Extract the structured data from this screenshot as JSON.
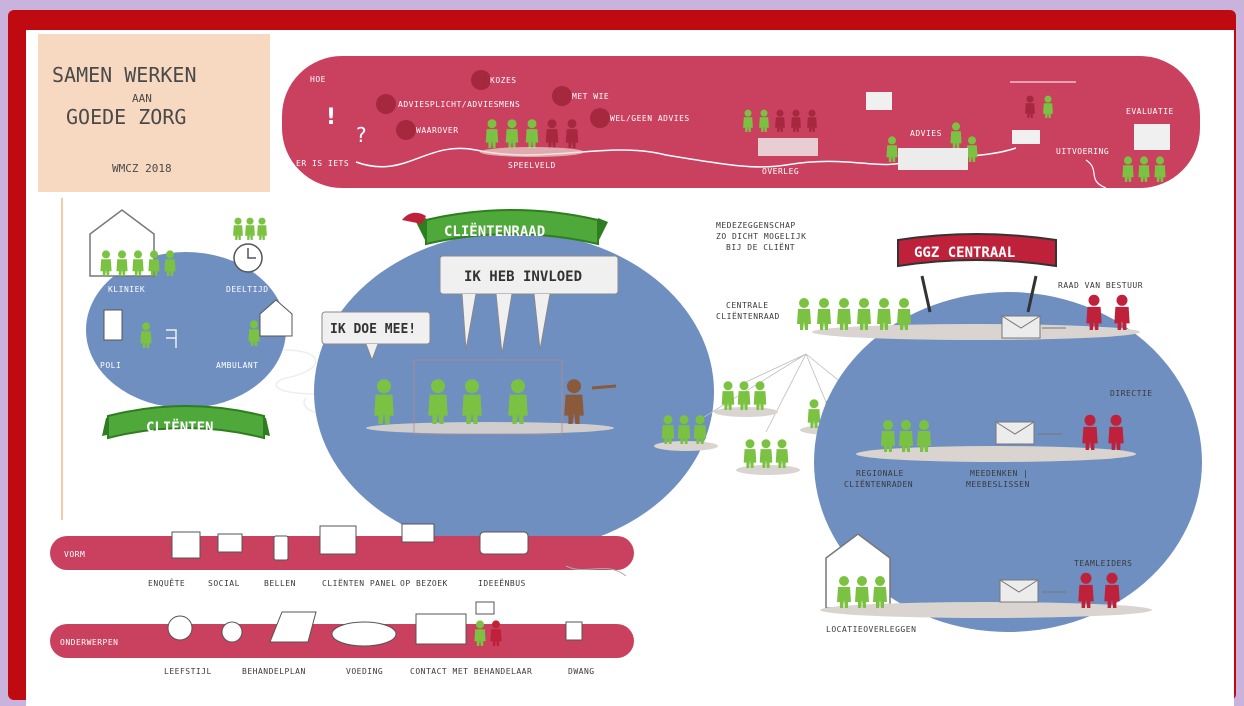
{
  "title": {
    "line1": "SAMEN WERKEN",
    "line2": "AAN",
    "line3": "GOEDE ZORG",
    "subtitle": "WMCZ 2018"
  },
  "hoe": {
    "label": "HOE",
    "start": "ER IS IETS",
    "tags": [
      "ADVIESPLICHT/ADVIESMENS",
      "WAAROVER",
      "KOZES",
      "MET WIE",
      "WEL/GEEN ADVIES"
    ],
    "steps": [
      "SPEELVELD",
      "OVERLEG",
      "ADVIES",
      "UITVOERING",
      "EVALUATIE"
    ]
  },
  "clienten": {
    "banner": "CLIËNTEN",
    "places": [
      "KLINIEK",
      "DEELTIJD",
      "POLI",
      "AMBULANT"
    ]
  },
  "clientenraad": {
    "banner": "CLIËNTENRAAD",
    "bubble_small": "IK DOE MEE!",
    "bubble_large": "IK HEB INVLOED"
  },
  "note": {
    "line1": "MEDEZEGGENSCHAP",
    "line2": "ZO DICHT MOGELIJK",
    "line3": "BIJ DE CLIËNT"
  },
  "ggz": {
    "banner": "GGZ CENTRAAL",
    "centrale_line1": "CENTRALE",
    "centrale_line2": "CLIËNTENRAAD",
    "raad": "RAAD VAN BESTUUR",
    "directie": "DIRECTIE",
    "regionale_line1": "REGIONALE",
    "regionale_line2": "CLIËNTENRADEN",
    "meedenken_line1": "MEEDENKEN |",
    "meedenken_line2": "MEEBESLISSEN",
    "teamleiders": "TEAMLEIDERS",
    "locatie": "LOCATIEOVERLEGGEN"
  },
  "vorm": {
    "label": "VORM",
    "items": [
      "ENQUÊTE",
      "SOCIAL",
      "BELLEN",
      "CLIËNTEN PANEL",
      "OP BEZOEK",
      "IDEEËNBUS"
    ]
  },
  "onderwerpen": {
    "label": "ONDERWERPEN",
    "items": [
      "LEEFSTIJL",
      "BEHANDELPLAN",
      "VOEDING",
      "CONTACT MET BEHANDELAAR",
      "DWANG"
    ]
  },
  "colors": {
    "crimson": "#c9415f",
    "blue": "#6f8fc0",
    "green": "#7cc242",
    "dark_green": "#2e7d20",
    "banner_green": "#4fa83a",
    "figure_red": "#c0213a",
    "beige": "#f6d9c0"
  },
  "icons": [
    "house-icon",
    "clock-icon",
    "door-icon",
    "envelope-icon",
    "laptop-icon",
    "phone-icon",
    "bus-icon"
  ]
}
